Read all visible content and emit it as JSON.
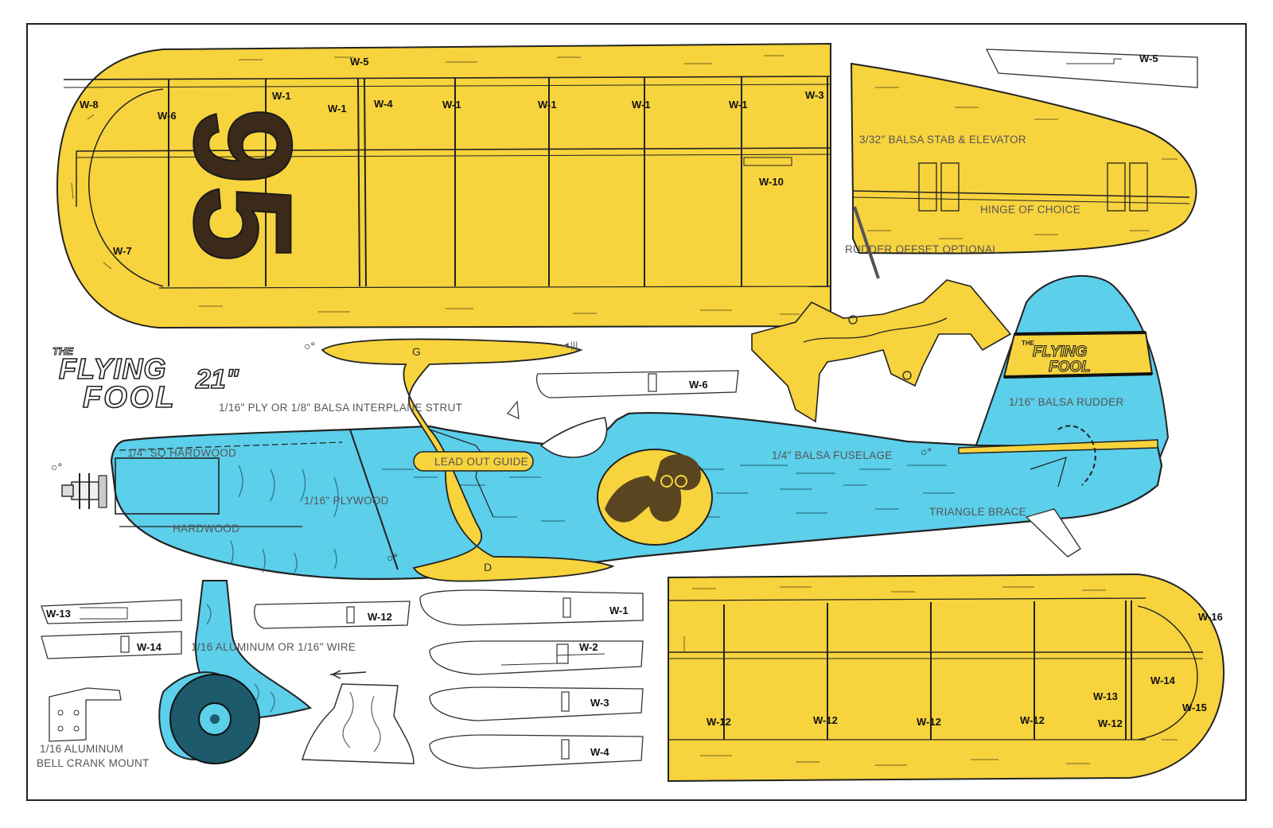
{
  "colors": {
    "wing": "#f7d33d",
    "fuselage": "#5ccfea",
    "ink": "#1a1a1a",
    "numeral": "#3b2a1a",
    "wheel": "#1d5a6c"
  },
  "title": {
    "the": "THE",
    "line1": "FLYING",
    "line2": "FOOL",
    "size": "21\""
  },
  "upper_wing": {
    "race_number": "95",
    "parts": [
      "W-5",
      "W-8",
      "W-6",
      "W-1",
      "W-1",
      "W-4",
      "W-1",
      "W-1",
      "W-1",
      "W-1",
      "W-3",
      "W-10",
      "W-7"
    ]
  },
  "stabilizer": {
    "note": "3/32\" BALSA STAB & ELEVATOR",
    "hinge": "HINGE OF CHOICE",
    "rudder_offset": "RUDDER OFFSET OPTIONAL"
  },
  "templates": {
    "w5": "W-5",
    "w6": "W-6",
    "w12": "W-12",
    "w13": "W-13",
    "w14": "W-14",
    "w1": "W-1",
    "w2": "W-2",
    "w3": "W-3",
    "w4": "W-4"
  },
  "fuselage": {
    "strut": "1/16\" PLY OR 1/8\" BALSA INTERPLANE STRUT",
    "hardwood_sq": "1/4\" SQ HARDWOOD",
    "plywood": "1/16\" PLYWOOD",
    "hardwood": "HARDWOOD",
    "lead_out": "LEAD OUT GUIDE",
    "balsa_fuselage": "1/4\" BALSA FUSELAGE",
    "triangle_brace": "TRIANGLE BRACE",
    "rudder": "1/16\" BALSA RUDDER",
    "rudder_title_the": "THE",
    "rudder_title": "FLYING",
    "rudder_title2": "FOOL",
    "strut_mark_top": "G",
    "strut_mark_bottom": "D"
  },
  "landing_gear": {
    "note": "1/16 ALUMINUM OR 1/16\" WIRE"
  },
  "bell_crank": {
    "line1": "1/16 ALUMINUM",
    "line2": "BELL CRANK MOUNT"
  },
  "lower_wing": {
    "parts": [
      "W-16",
      "W-14",
      "W-13",
      "W-15",
      "W-12",
      "W-12",
      "W-12",
      "W-12",
      "W-12"
    ]
  }
}
